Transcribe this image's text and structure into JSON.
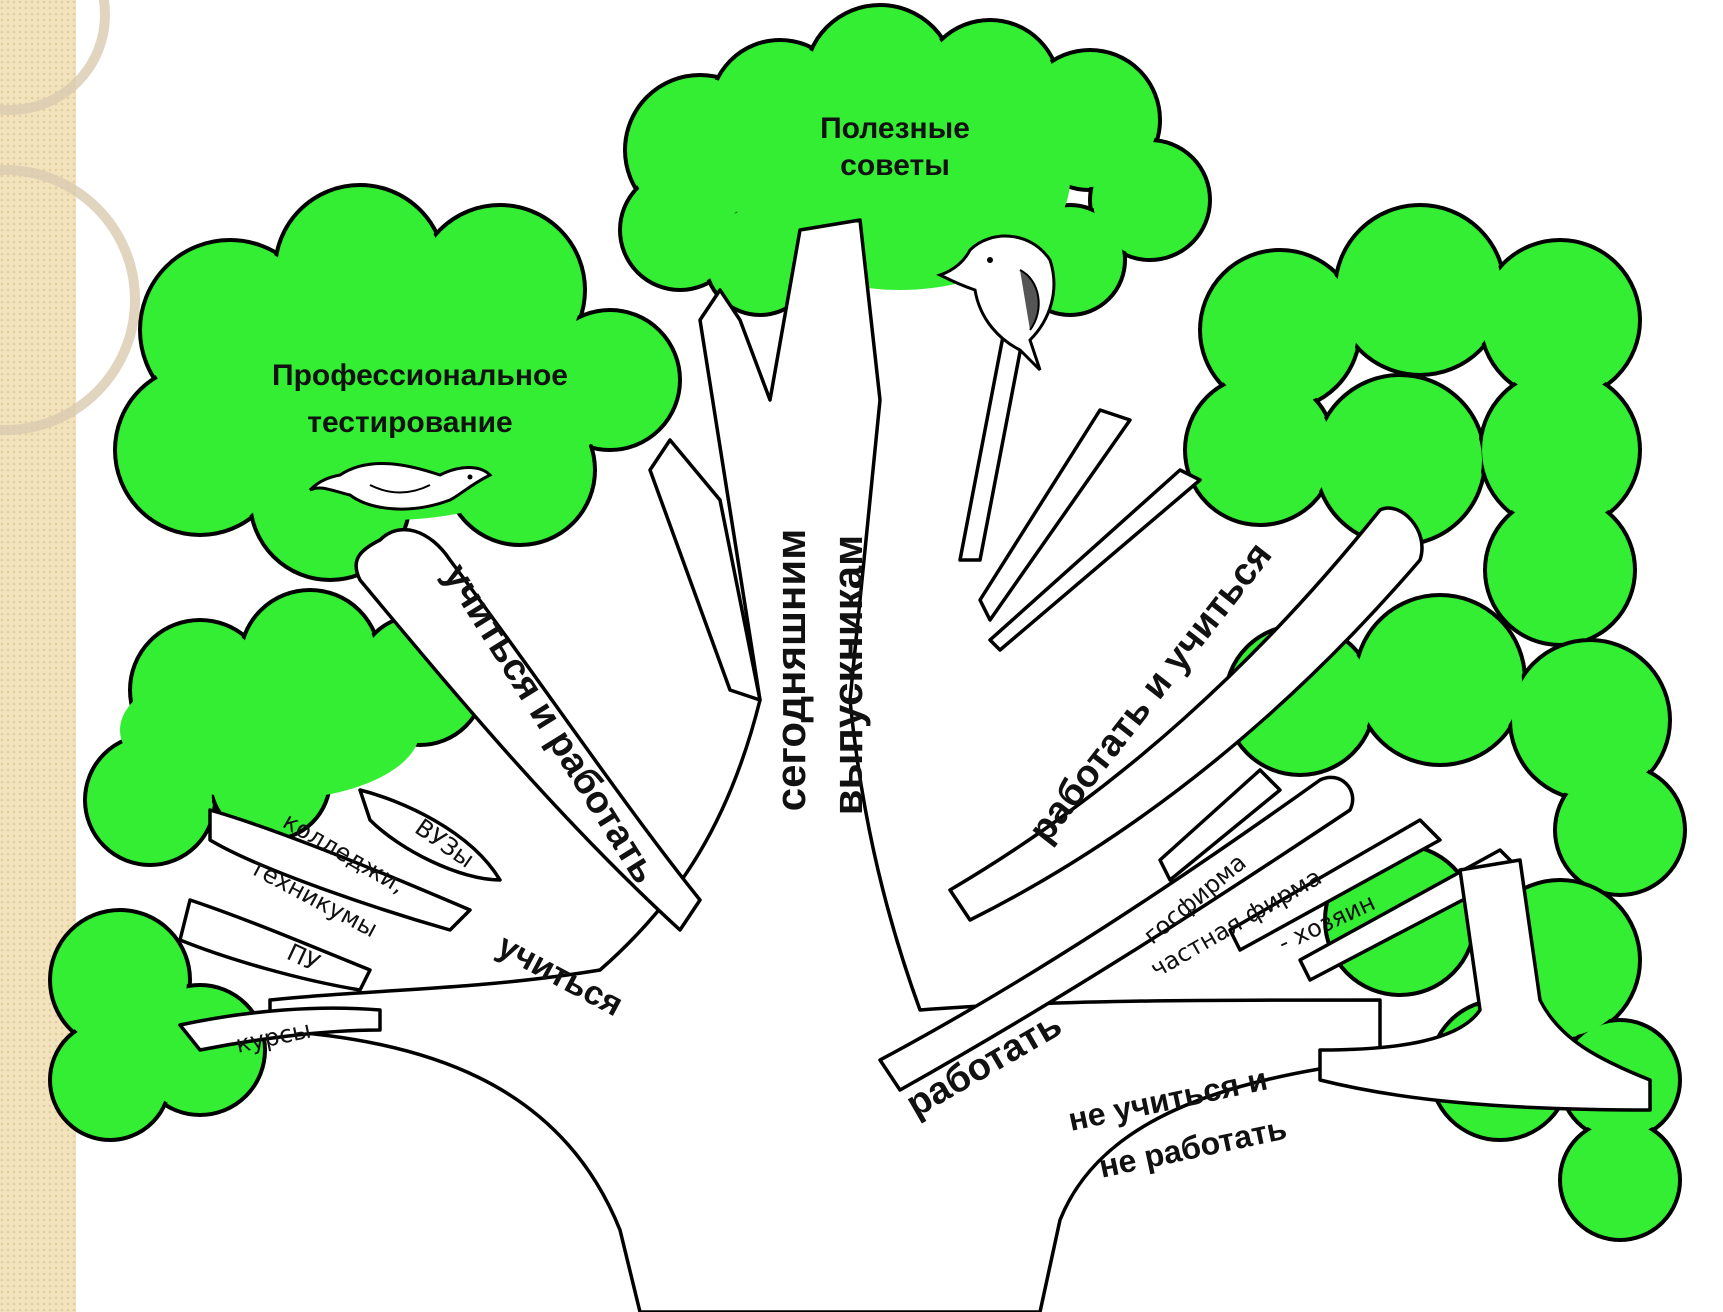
{
  "colors": {
    "foliage": "#33ee33",
    "background": "#ffffff",
    "sidebar": "#f3e3bd",
    "outline": "#000000"
  },
  "crowns": {
    "top": [
      "Полезные",
      "советы"
    ],
    "left": [
      "Профессиональное",
      "тестирование"
    ]
  },
  "trunk": [
    "сегодняшним",
    "выпускникам"
  ],
  "branches": {
    "study_and_work": "учиться и работать",
    "work_and_study": "работать и учиться",
    "study": "учиться",
    "work": "работать",
    "no_study_no_work": [
      "не учиться и",
      "не работать"
    ]
  },
  "twigs": {
    "universities": "ВУЗы",
    "colleges": "колледжи,",
    "technical_schools": "техникумы",
    "vocational_schools": "ПУ",
    "courses": "курсы",
    "state_firm": "госфирма",
    "private_firm": "частная фирма",
    "owner": "- хозяин"
  },
  "icons": [
    "bird-icon",
    "woodpecker-icon"
  ]
}
